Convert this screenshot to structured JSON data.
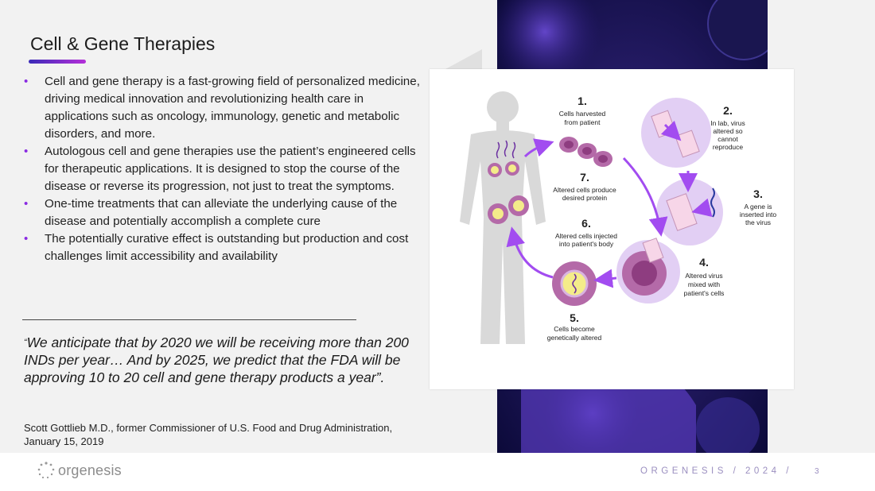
{
  "title": "Cell & Gene Therapies",
  "bullets": [
    "Cell and gene therapy is a fast-growing field of personalized medicine, driving medical innovation and revolutionizing health care in applications such as oncology, immunology, genetic and metabolic disorders, and more.",
    "Autologous cell and gene therapies use the patient’s engineered cells for therapeutic applications. It is designed to stop the course of the disease or reverse its progression, not just to treat the symptoms.",
    "One-time treatments that can alleviate the underlying cause of the disease and potentially accomplish a complete cure",
    "The potentially curative effect is outstanding but production and cost challenges limit accessibility and availability"
  ],
  "quote": {
    "open_mark": "“",
    "text": "We anticipate that by 2020 we will be receiving more than 200 INDs per year… And by 2025, we predict that the FDA will be approving 10 to 20 cell and gene therapy products a year”."
  },
  "attribution": "Scott Gottlieb M.D., former Commissioner of U.S. Food and Drug Administration, January 15, 2019",
  "diagram": {
    "steps": [
      {
        "num": "1.",
        "lines": [
          "Cells harvested",
          "from patient"
        ]
      },
      {
        "num": "2.",
        "lines": [
          "In lab, virus",
          "altered so",
          "cannot",
          "reproduce"
        ]
      },
      {
        "num": "3.",
        "lines": [
          "A gene is",
          "inserted into",
          "the virus"
        ]
      },
      {
        "num": "4.",
        "lines": [
          "Altered virus",
          "mixed with",
          "patient's cells"
        ]
      },
      {
        "num": "5.",
        "lines": [
          "Cells become",
          "genetically altered"
        ]
      },
      {
        "num": "6.",
        "lines": [
          "Altered cells injected",
          "into patient's body"
        ]
      },
      {
        "num": "7.",
        "lines": [
          "Altered cells produce",
          "desired protein"
        ]
      }
    ]
  },
  "footer": {
    "logo": "orgenesis",
    "text": "ORGENESIS / 2024 /",
    "page": "3"
  },
  "colors": {
    "accent": "#8a2be2",
    "arrow": "#a24cf0",
    "cell_fill": "#b46aa8",
    "cell_dark": "#8e3d80",
    "virus_bubble": "#e2cff4",
    "body_silhouette": "#d9d9d9"
  }
}
